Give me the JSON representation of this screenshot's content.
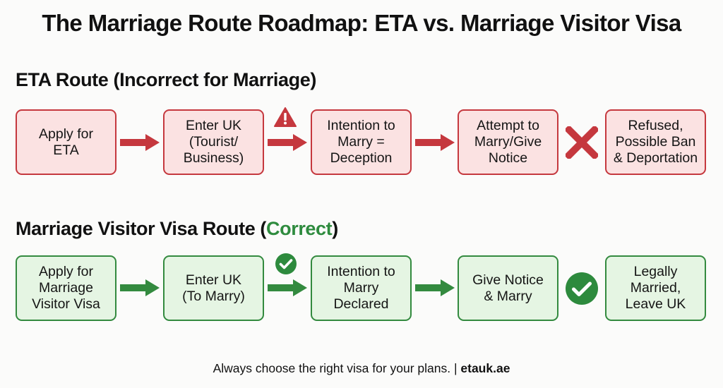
{
  "title": "The Marriage Route Roadmap: ETA vs. Marriage Visitor Visa",
  "colors": {
    "red": "#c5383e",
    "red_fill": "#fbe2e2",
    "green": "#338a3f",
    "green_fill": "#e5f5e3",
    "green_text": "#2e8b3e"
  },
  "eta_route": {
    "heading": "ETA Route (Incorrect for Marriage)",
    "steps": [
      {
        "label": "Apply for\nETA"
      },
      {
        "label": "Enter UK\n(Tourist/\nBusiness)"
      },
      {
        "label": "Intention to\nMarry =\nDeception"
      },
      {
        "label": "Attempt to\nMarry/Give\nNotice"
      },
      {
        "label": "Refused,\nPossible Ban\n& Deportation"
      }
    ],
    "connectors": [
      "arrow",
      "warning-arrow",
      "arrow",
      "cross"
    ]
  },
  "visa_route": {
    "heading_main": "Marriage Visitor Visa Route (",
    "heading_accent": "Correct",
    "heading_end": ")",
    "steps": [
      {
        "label": "Apply for\nMarriage\nVisitor Visa"
      },
      {
        "label": "Enter UK\n(To Marry)"
      },
      {
        "label": "Intention to\nMarry\nDeclared"
      },
      {
        "label": "Give Notice\n& Marry"
      },
      {
        "label": "Legally\nMarried,\nLeave UK"
      }
    ],
    "connectors": [
      "arrow",
      "check-arrow",
      "arrow",
      "check"
    ]
  },
  "footer": {
    "text": "Always choose the right visa for your plans. | ",
    "brand": "etauk.ae"
  }
}
